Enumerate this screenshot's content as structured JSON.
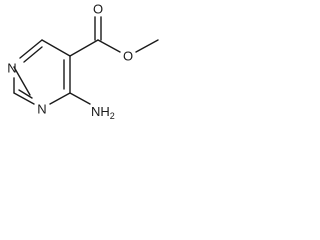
{
  "molecule": {
    "atoms": {
      "n_top": "N",
      "n_bottom": "N",
      "o_carbonyl": "O",
      "o_ester": "O",
      "amine_n": "NH",
      "amine_h_count": "2"
    }
  }
}
